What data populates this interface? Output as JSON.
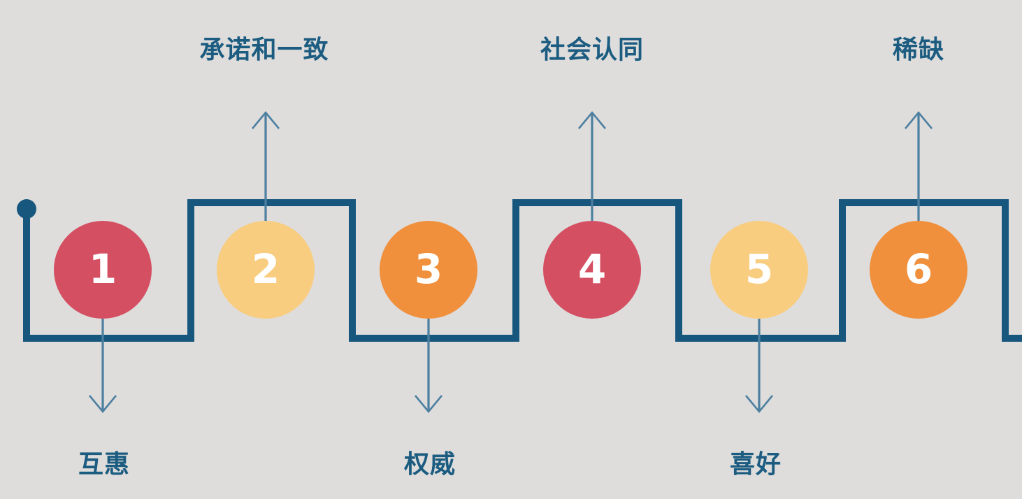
{
  "steps": [
    {
      "number": "1",
      "label": "互惠",
      "label_position": "below",
      "arrow_direction": "down",
      "color": "#d54f62"
    },
    {
      "number": "2",
      "label": "承诺和一致",
      "label_position": "above",
      "arrow_direction": "up",
      "color": "#f8cd80"
    },
    {
      "number": "3",
      "label": "权威",
      "label_position": "below",
      "arrow_direction": "down",
      "color": "#f0903c"
    },
    {
      "number": "4",
      "label": "社会认同",
      "label_position": "above",
      "arrow_direction": "up",
      "color": "#d54f62"
    },
    {
      "number": "5",
      "label": "喜好",
      "label_position": "below",
      "arrow_direction": "down",
      "color": "#f8cd80"
    },
    {
      "number": "6",
      "label": "稀缺",
      "label_position": "above",
      "arrow_direction": "up",
      "color": "#f0903c"
    }
  ],
  "colors": {
    "background": "#dedddc",
    "line": "#17567d",
    "arrow": "#4d7fa0",
    "label_text": "#1c5c80",
    "number_text": "#ffffff"
  }
}
